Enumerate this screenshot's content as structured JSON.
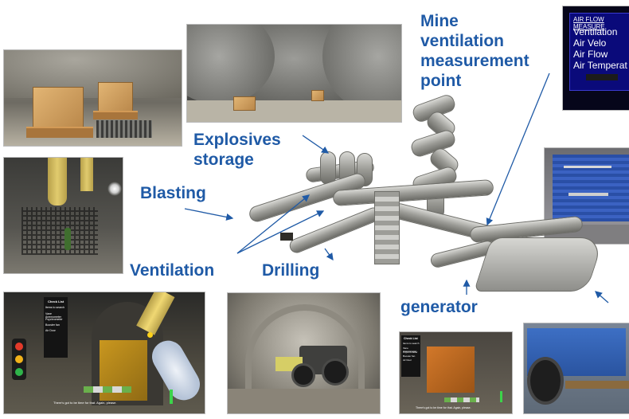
{
  "labels": {
    "mine_ventilation_line1": "Mine",
    "mine_ventilation_line2": "ventilation",
    "mine_ventilation_line3": "measurement",
    "mine_ventilation_line4": "point",
    "explosives_line1": "Explosives",
    "explosives_line2": "storage",
    "blasting": "Blasting",
    "ventilation": "Ventilation",
    "drilling": "Drilling",
    "generator": "generator"
  },
  "airflow_panel": {
    "title": "AIR FLOW MEASURE",
    "rows": [
      "Ventilation",
      "Air Velo",
      "Air Flow",
      "Air Temperat"
    ]
  },
  "vr_checklist": {
    "title": "Check List",
    "subtitle": "Items to search",
    "items": [
      "Vane Anemometer",
      "Psychrometer",
      "Booster fan",
      "Air Door"
    ],
    "subtitle_text": "There's got to be time for that. Again, please.",
    "traffic_colors": [
      "#e23a2a",
      "#f2b21a",
      "#2fb34a"
    ]
  },
  "gen_checklist": {
    "title": "Check List",
    "subtitle": "Items to search",
    "items": [
      "Vane Anemometer",
      "Psychrometer",
      "Booster fan",
      "Air Door"
    ],
    "subtitle_text": "There's got to be time for that. Again, please."
  },
  "accent_color": "#1f5aa6"
}
